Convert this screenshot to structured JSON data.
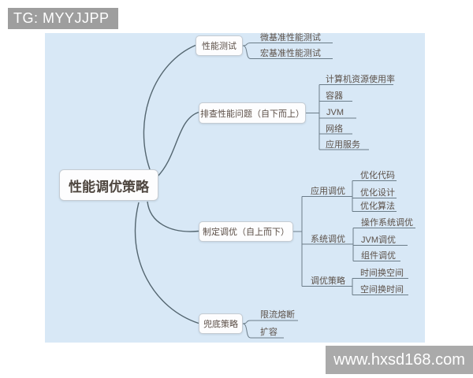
{
  "watermarks": {
    "top_left": "TG: MYYJJPP",
    "bottom_right": "www.hxsd168.com"
  },
  "colors": {
    "canvas_bg": "#d8e8f6",
    "connector_line": "#6b7c88",
    "node_text": "#5b4e46",
    "watermark_bg": "#9e9e9e"
  },
  "mindmap": {
    "root": "性能调优策略",
    "branches": [
      {
        "label": "性能测试",
        "children": [
          "微基准性能测试",
          "宏基准性能测试"
        ]
      },
      {
        "label": "排查性能问题（自下而上）",
        "children": [
          "计算机资源使用率",
          "容器",
          "JVM",
          "网络",
          "应用服务"
        ]
      },
      {
        "label": "制定调优（自上而下）",
        "children": [
          {
            "label": "应用调优",
            "children": [
              "优化代码",
              "优化设计",
              "优化算法"
            ]
          },
          {
            "label": "系统调优",
            "children": [
              "操作系统调优",
              "JVM调优",
              "组件调优"
            ]
          },
          {
            "label": "调优策略",
            "children": [
              "时间换空间",
              "空间换时间"
            ]
          }
        ]
      },
      {
        "label": "兜底策略",
        "children": [
          "限流熔断",
          "扩容"
        ]
      }
    ]
  }
}
